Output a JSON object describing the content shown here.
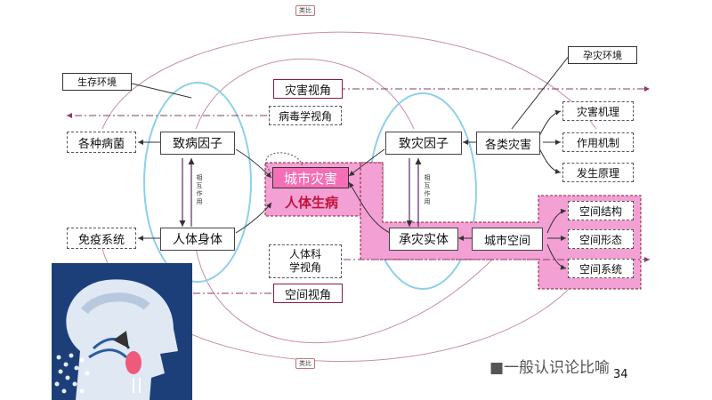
{
  "analogy_top": "类比",
  "analogy_bottom": "类比",
  "callout_left": "生存环境",
  "callout_right": "孕灾环境",
  "view_disaster": "灾害视角",
  "view_virology": "病毒学视角",
  "view_human_science": "人体科\n学视角",
  "view_space": "空间视角",
  "germs": "各种病菌",
  "pathogen": "致病因子",
  "immune": "免疫系统",
  "human_body": "人体身体",
  "city_disaster": "城市灾害",
  "human_disease": "人体生病",
  "mutual_left": "相\n互\n作\n用",
  "mutual_right": "相\n互\n作\n用",
  "disaster_factor": "致灾因子",
  "disasters": "各类灾害",
  "mechanisms": [
    "灾害机理",
    "作用机制",
    "发生原理"
  ],
  "hazard_body": "承灾实体",
  "urban_space": "城市空间",
  "space_items": [
    "空间结构",
    "空间形态",
    "空间系统"
  ],
  "footer_title": "■一般认识论比喻",
  "page_number": "34",
  "colors": {
    "ellipse": "#8fd0ea",
    "arc": "#c78fa8",
    "pink_fill": "#f3a0d4",
    "accent_red": "#c0143c",
    "arrow": "#8b3a6a"
  }
}
